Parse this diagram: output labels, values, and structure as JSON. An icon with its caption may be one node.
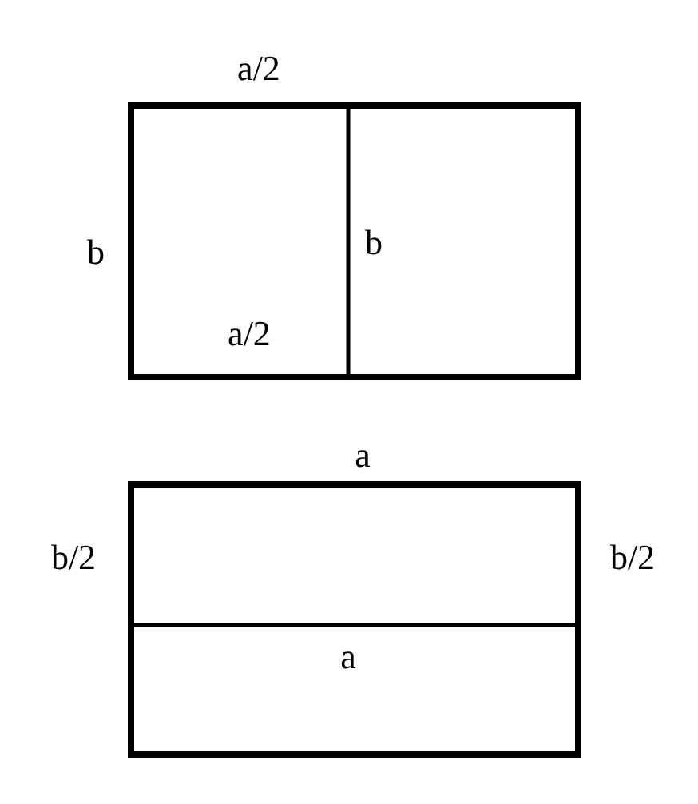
{
  "diagram": {
    "labels": [
      "a/2",
      "b",
      "b",
      "a/2",
      "a",
      "b/2",
      "b/2",
      "a"
    ]
  }
}
